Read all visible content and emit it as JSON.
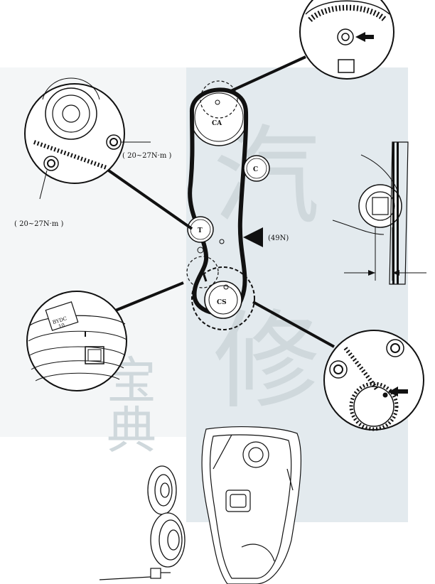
{
  "labels": {
    "camshaft_pulley": "CA",
    "crankshaft_pulley": "CS",
    "idler_pulley": "C",
    "tensioner_pulley": "T",
    "belt_tension": "(49N)",
    "torque_tensioner_upper": "( 20~27N·m )",
    "torque_tensioner_lower": "( 20~27N·m )",
    "bytdc_mark_1": "BYDC",
    "bytdc_mark_2": "10"
  },
  "watermark": {
    "chars": [
      "汽",
      "修",
      "宝",
      "典"
    ]
  },
  "colors": {
    "line": "#111111",
    "watermark_panel": "#dfe7ec",
    "watermark_text": "#c7d3da"
  }
}
